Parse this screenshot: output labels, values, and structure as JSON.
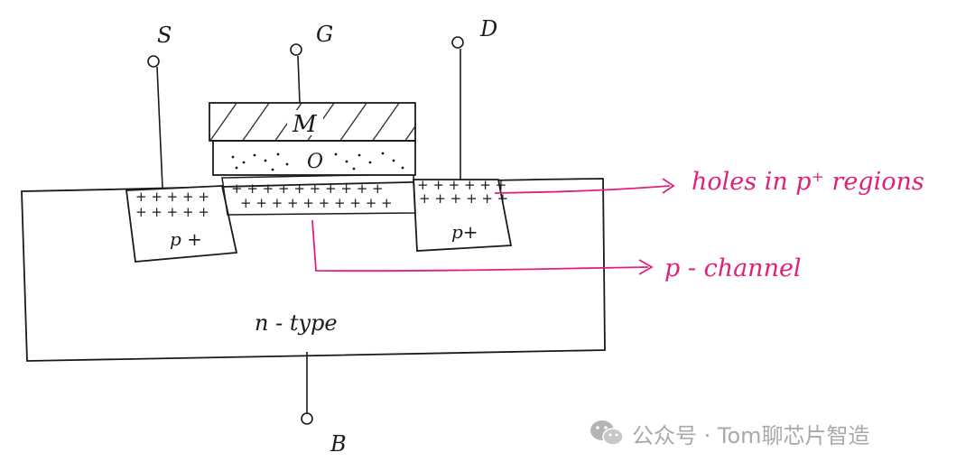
{
  "terminals": {
    "source": "S",
    "gate": "G",
    "drain": "D",
    "body": "B"
  },
  "layers": {
    "metal": "M",
    "oxide": "O"
  },
  "regions": {
    "source_doping": "p +",
    "drain_doping": "p+",
    "substrate": "n - type"
  },
  "annotations": {
    "holes": "holes in p⁺ regions",
    "channel": "p - channel"
  },
  "watermark": {
    "text": "公众号 · Tom聊芯片智造",
    "icon": "wechat-icon"
  },
  "colors": {
    "ink": "#1a1a1a",
    "annotation": "#e0207a",
    "watermark": "#a9a9a9"
  }
}
